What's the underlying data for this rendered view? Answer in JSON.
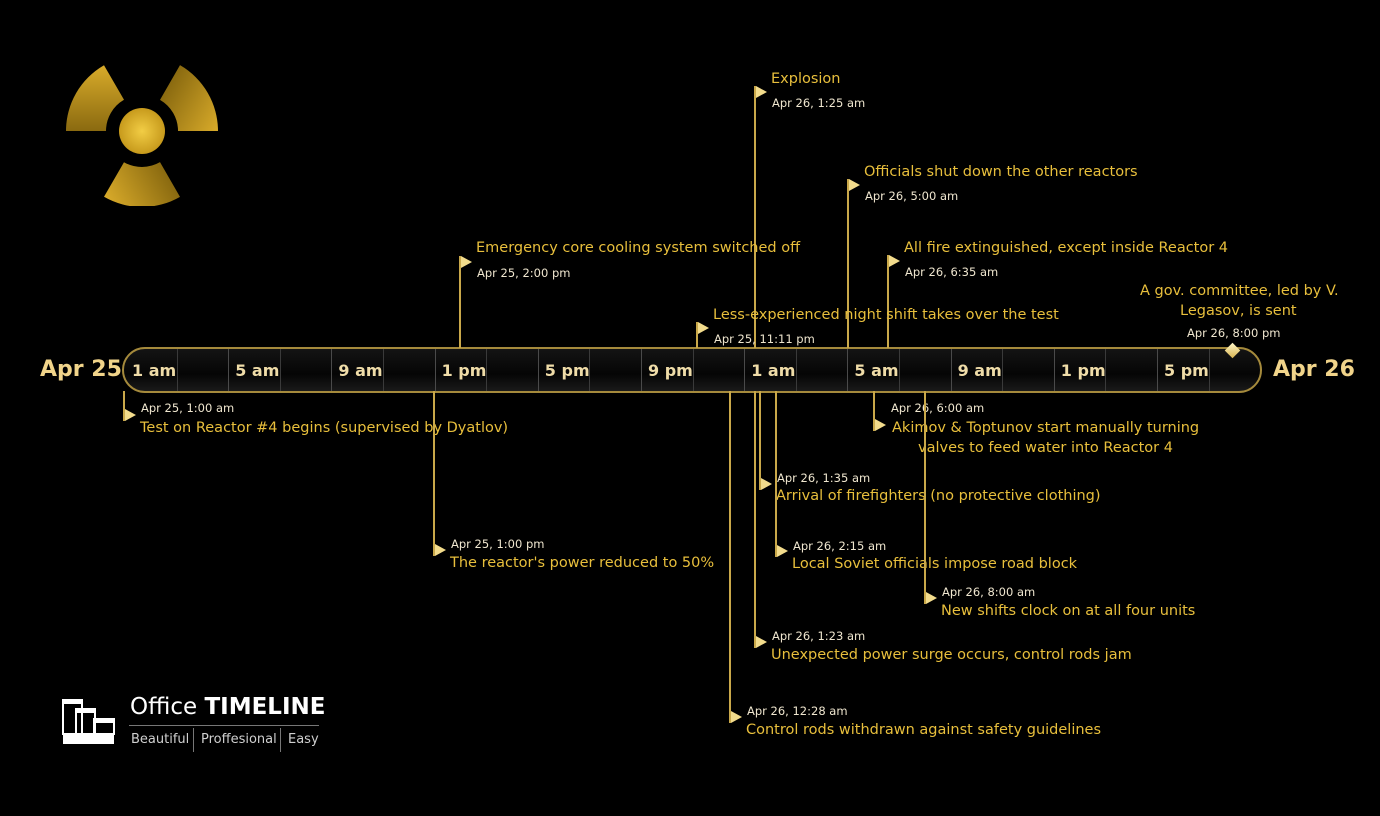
{
  "start_label": "Apr 25",
  "end_label": "Apr 26",
  "scale_labels": [
    "1 am",
    "5 am",
    "9 am",
    "1 pm",
    "5 pm",
    "9 pm",
    "1 am",
    "5 am",
    "9 am",
    "1 pm",
    "5 pm"
  ],
  "colors": {
    "title": "#e8bf3c",
    "date": "#efe6cf",
    "line": "#c9a84a",
    "background": "#000000"
  },
  "events": [
    {
      "title": "Explosion",
      "date": "Apr 26, 1:25 am"
    },
    {
      "title": "Officials shut down the other reactors",
      "date": "Apr 26, 5:00 am"
    },
    {
      "title": "All fire extinguished, except inside Reactor 4",
      "date": "Apr 26, 6:35 am"
    },
    {
      "title": "Emergency core cooling system switched off",
      "date": "Apr 25, 2:00 pm"
    },
    {
      "title": "Less-experienced night shift takes over the test",
      "date": "Apr 25, 11:11 pm"
    },
    {
      "title": "Test on Reactor #4 begins (supervised by Dyatlov)",
      "date": "Apr 25, 1:00 am"
    },
    {
      "title": "The reactor's power reduced to 50%",
      "date": "Apr 25, 1:00 pm"
    },
    {
      "title": "Akimov & Toptunov start manually turning",
      "title2": "valves to feed water into Reactor 4",
      "date": "Apr 26, 6:00 am"
    },
    {
      "title": "Arrival of firefighters (no protective clothing)",
      "date": "Apr 26, 1:35 am"
    },
    {
      "title": "Local Soviet officials impose road block",
      "date": "Apr 26, 2:15 am"
    },
    {
      "title": "New shifts clock on at all four units",
      "date": "Apr 26, 8:00 am"
    },
    {
      "title": "Unexpected power surge occurs, control rods jam",
      "date": "Apr 26, 1:23 am"
    },
    {
      "title": "Control rods withdrawn against safety guidelines",
      "date": "Apr 26, 12:28 am"
    }
  ],
  "milestone": {
    "title": "A gov. committee, led by V.",
    "title2": "Legasov, is sent",
    "date": "Apr 26, 8:00 pm",
    "shape": "diamond"
  },
  "logo": {
    "brand_light": "Office",
    "brand_bold": "TIMELINE",
    "tags": [
      "Beautiful",
      "Proffesional",
      "Easy"
    ]
  },
  "icons": [
    "radiation-icon",
    "flag-icon",
    "diamond-icon",
    "office-timeline-logo-icon"
  ]
}
